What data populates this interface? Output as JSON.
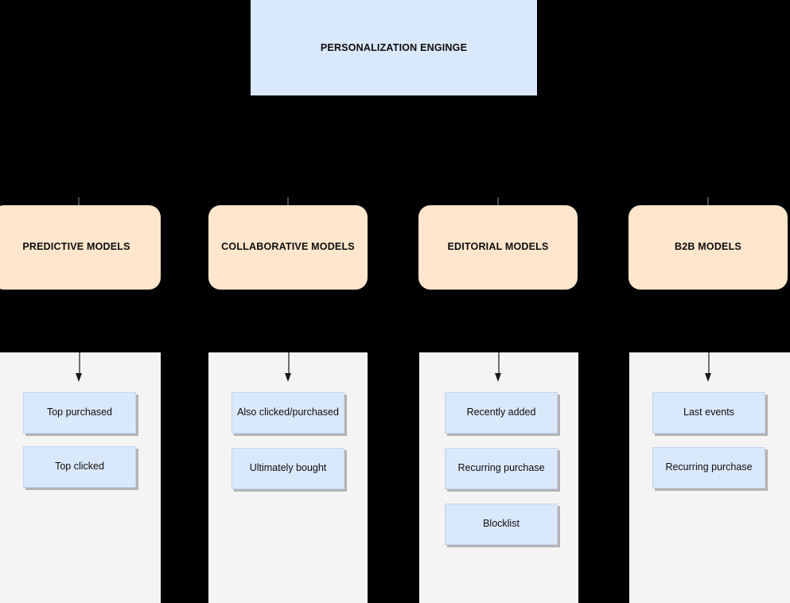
{
  "diagram": {
    "title_box": {
      "label": "PERSONALIZATION ENGINGE",
      "fill": "#dae8fc"
    },
    "model_fill": "#ffe6cc",
    "item_fill": "#dae8fc",
    "lane_fill": "#f4f4f4",
    "canvas_background": "#000000",
    "columns": [
      {
        "model": "PREDICTIVE MODELS",
        "items": [
          "Top purchased",
          "Top clicked"
        ]
      },
      {
        "model": "COLLABORATIVE MODELS",
        "items": [
          "Also clicked/purchased",
          "Ultimately bought"
        ]
      },
      {
        "model": "EDITORIAL MODELS",
        "items": [
          "Recently added",
          "Recurring purchase",
          "Blocklist"
        ]
      },
      {
        "model": "B2B MODELS",
        "items": [
          "Last events",
          "Recurring purchase"
        ]
      }
    ]
  }
}
